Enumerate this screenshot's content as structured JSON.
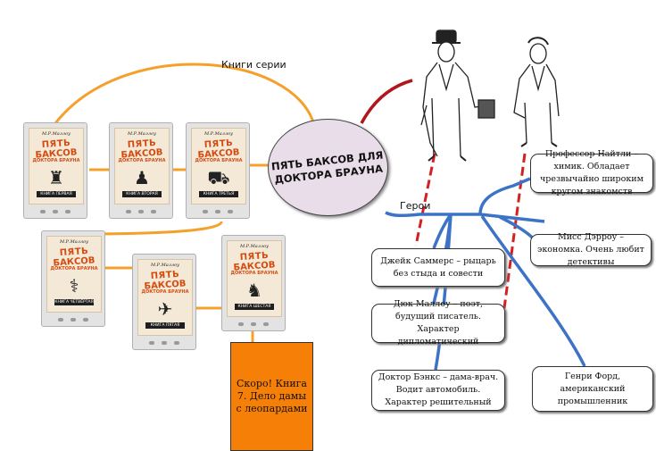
{
  "center": {
    "title": "ПЯТЬ БАКСОВ ДЛЯ ДОКТОРА БРАУНА"
  },
  "labels": {
    "books": "Книги серии",
    "heroes": "Герои"
  },
  "books": [
    {
      "author": "М.Р.Маллоу",
      "title1": "ПЯТЬ",
      "title2": "БАКСОВ",
      "title3": "ДОКТОРА БРАУНА",
      "band": "КНИГА ПЕРВАЯ",
      "emblem": "♜"
    },
    {
      "author": "М.Р.Маллоу",
      "title1": "ПЯТЬ",
      "title2": "БАКСОВ",
      "title3": "ДОКТОРА БРАУНА",
      "band": "КНИГА ВТОРАЯ",
      "emblem": "♟"
    },
    {
      "author": "М.Р.Маллоу",
      "title1": "ПЯТЬ",
      "title2": "БАКСОВ",
      "title3": "ДОКТОРА БРАУНА",
      "band": "КНИГА ТРЕТЬЯ",
      "emblem": "⛟"
    },
    {
      "author": "М.Р.Маллоу",
      "title1": "ПЯТЬ",
      "title2": "БАКСОВ",
      "title3": "ДОКТОРА БРАУНА",
      "band": "КНИГА ЧЕТВЁРТАЯ",
      "emblem": "⚕"
    },
    {
      "author": "М.Р.Маллоу",
      "title1": "ПЯТЬ",
      "title2": "БАКСОВ",
      "title3": "ДОКТОРА БРАУНА",
      "band": "КНИГА ПЯТАЯ",
      "emblem": "✈"
    },
    {
      "author": "М.Р.Маллоу",
      "title1": "ПЯТЬ",
      "title2": "БАКСОВ",
      "title3": "ДОКТОРА БРАУНА",
      "band": "КНИГА ШЕСТАЯ",
      "emblem": "♞"
    }
  ],
  "coming_soon": "Скоро! Книга 7. Дело дамы с леопардами",
  "heroes": [
    {
      "id": "jake",
      "text": "Джейк Саммерс – рыцарь без стыда и совести"
    },
    {
      "id": "duke",
      "text": "Дюк Маллоу – поэт, будущий писатель. Характер дипломатический"
    },
    {
      "id": "banks",
      "text": "Доктор Бэнкс – дама-врач. Водит автомобиль. Характер решительный"
    },
    {
      "id": "knightley",
      "text": "Профессор Найтли – химик. Обладает чрезвычайно широким кругом знакомств"
    },
    {
      "id": "darrow",
      "text": "Мисс Дэрроу – экономка. Очень любит детективы"
    },
    {
      "id": "ford",
      "text": "Генри Форд, американский промышленник"
    }
  ],
  "colors": {
    "orange": "#f5a02a",
    "dark_red": "#b0161c",
    "red_dash": "#d42020",
    "blue": "#3d73c6",
    "center_fill": "#e9dde9",
    "coming_soon_fill": "#f57f07"
  }
}
